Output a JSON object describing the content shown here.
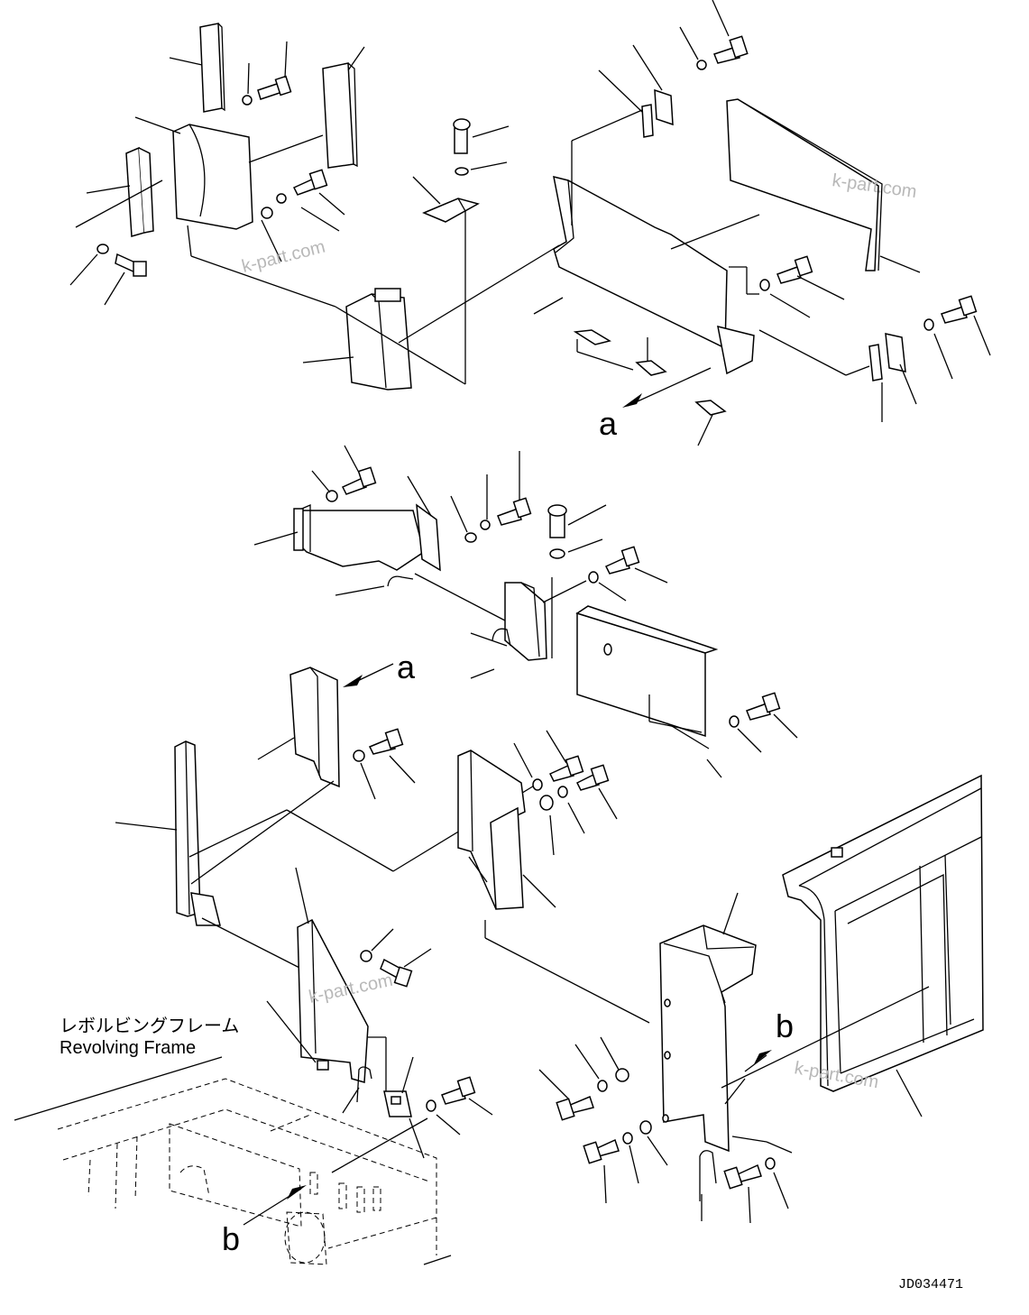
{
  "labels": {
    "a_top": "a",
    "a_middle": "a",
    "b_frame": "b",
    "b_right": "b",
    "frame_jp": "レボルビングフレーム",
    "frame_en": "Revolving Frame"
  },
  "watermark": {
    "text": "k-part.com"
  },
  "drawing": {
    "number": "JD034471"
  }
}
